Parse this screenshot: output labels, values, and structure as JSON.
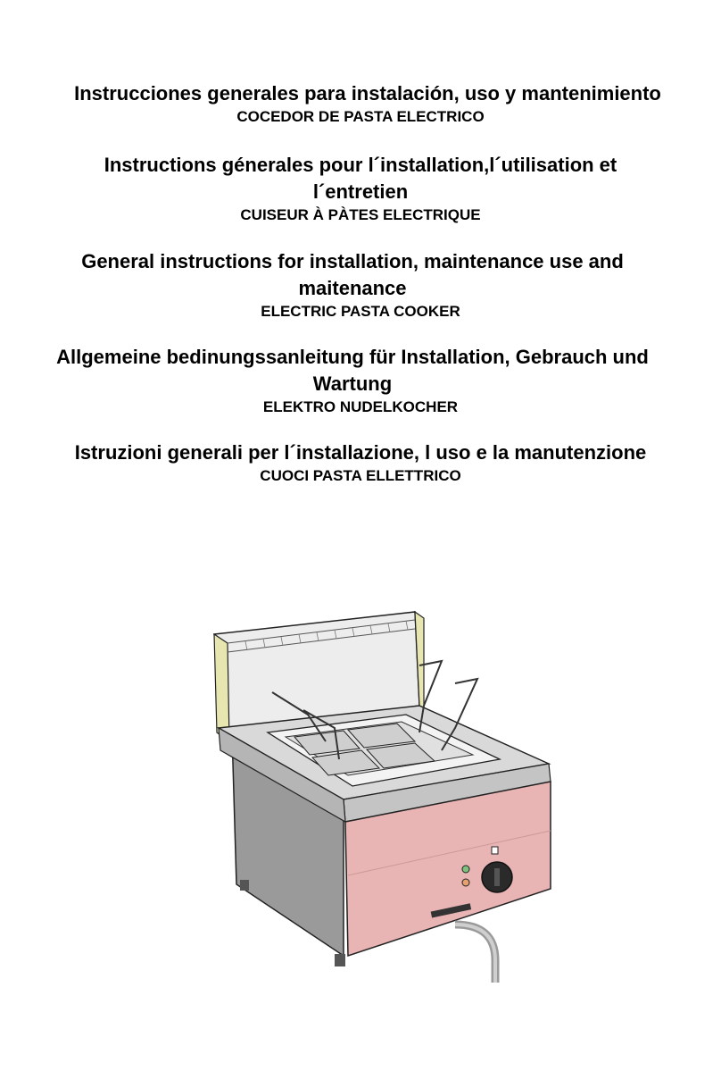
{
  "sections": [
    {
      "title": "Instrucciones generales para instalación, uso y mantenimiento",
      "subtitle": "COCEDOR DE PASTA ELECTRICO"
    },
    {
      "title_line1": "Instructions génerales pour l´installation,l´utilisation et",
      "title_line2": "l´entretien",
      "subtitle": "CUISEUR À PÀTES ELECTRIQUE"
    },
    {
      "title_line1": "General instructions for installation, maintenance use and",
      "title_line2": "maitenance",
      "subtitle": "ELECTRIC PASTA COOKER"
    },
    {
      "title_line1": "Allgemeine bedinungssanleitung für Installation, Gebrauch und",
      "title_line2": "Wartung",
      "subtitle": "ELEKTRO NUDELKOCHER"
    },
    {
      "title": "Istruzioni generali per l´installazione, l uso e la manutenzione",
      "subtitle": "CUOCI PASTA ELLETTRICO"
    }
  ],
  "illustration": {
    "icon": "pasta-cooker-illustration",
    "colors": {
      "front_panel": "#e8b4b4",
      "backsplash": "#e8e6b0",
      "steel": "#d9d9d9",
      "side": "#9a9a9a"
    }
  }
}
